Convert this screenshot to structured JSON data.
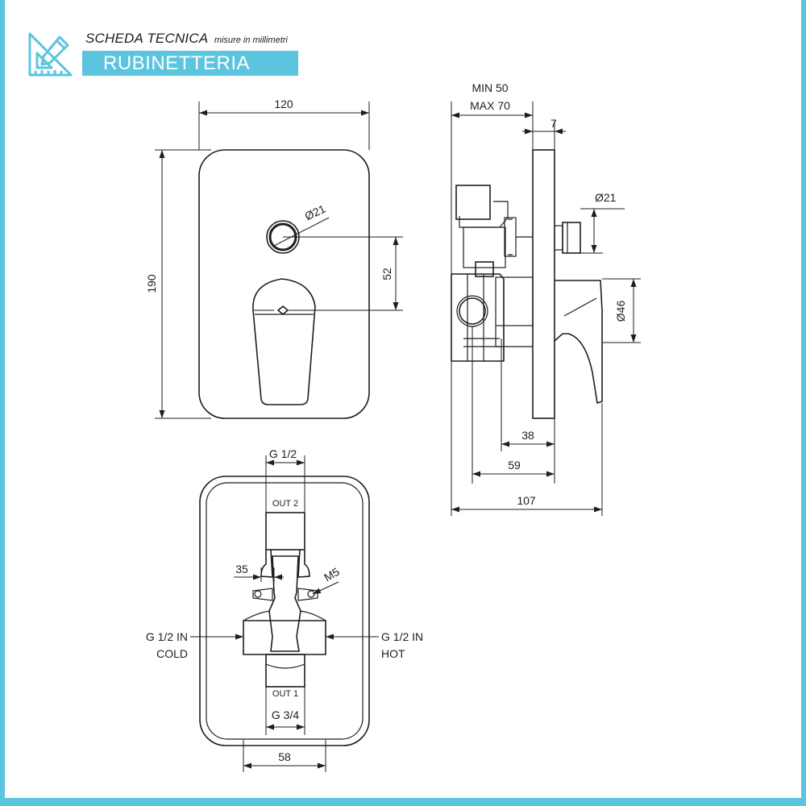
{
  "header": {
    "title": "SCHEDA TECNICA",
    "subtitle": "misure in millimetri",
    "category": "RUBINETTERIA"
  },
  "brand_color": "#5bc4df",
  "line_color": "#1e1e1e",
  "icons": {
    "logo": "ruler-triangle-pencil-icon"
  },
  "front_view": {
    "width_dim": "120",
    "height_dim": "190",
    "knob_dia": "Ø21",
    "spacing_dim": "52"
  },
  "side_view": {
    "depth_range": "MIN 50",
    "depth_range_max": "MAX 70",
    "plate_thickness": "7",
    "knob_dia": "Ø21",
    "lever_dia": "Ø46",
    "dim_38": "38",
    "dim_59": "59",
    "dim_107": "107"
  },
  "body_view": {
    "top_thread": "G 1/2",
    "out2": "OUT 2",
    "dim_35": "35",
    "screw": "M5",
    "cold_thread": "G 1/2 IN",
    "cold_label": "COLD",
    "hot_thread": "G 1/2 IN",
    "hot_label": "HOT",
    "out1": "OUT 1",
    "bottom_thread": "G 3/4",
    "width_dim": "58"
  }
}
